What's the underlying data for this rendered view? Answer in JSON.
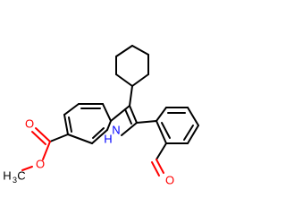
{
  "atoms": {
    "carbonyl_oxygen": "O",
    "ester_oxygen": "O",
    "methyl_carbon": "H",
    "methyl_subscript": "3",
    "methyl_c": "C",
    "nitrogen": "N",
    "nitrogen_h": "H",
    "aldehyde_oxygen": "O"
  },
  "colors": {
    "carbon": "#000000",
    "oxygen": "#ff0000",
    "nitrogen": "#0000ff"
  }
}
